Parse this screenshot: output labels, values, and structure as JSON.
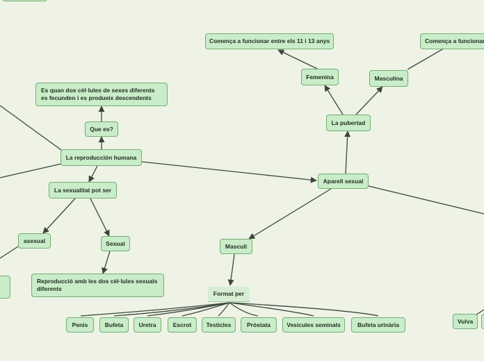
{
  "nodes": {
    "reproduccio": "La reproducción humana",
    "que_es": "Que es?",
    "definicio": "Es quan dos cèl·lules de sexes diferents es fecunden i es produeix descendents",
    "sexualitat": "La sexualitat pot ser",
    "asexual": "asexual",
    "sexual": "Sexual",
    "reproduccio_sexual": "Reproducció amb les dos cèl·lules sexuals diferents",
    "aparell": "Aparell sexual",
    "pubertad": "La pubertad",
    "femenina": "Femenina",
    "masculina": "Masculina",
    "comenca1": "Comença a funcionar entre els 11 i 13 anys",
    "comenca2": "Comença a funcionar",
    "masculi": "Masculí",
    "format": "Format per",
    "penis": "Penis",
    "bufeta": "Bufeta",
    "uretra": "Uretra",
    "escrot": "Escrot",
    "testicles": "Testicles",
    "prostata": "Pròstata",
    "vesicules": "Vesicules seminals",
    "bufeta_urinaria": "Bufeta urinària",
    "vulva": "Vulva"
  },
  "colors": {
    "background": "#eef3e6",
    "node_fill": "#c9ecc9",
    "node_border": "#74ad74",
    "edge": "#3a463a"
  }
}
